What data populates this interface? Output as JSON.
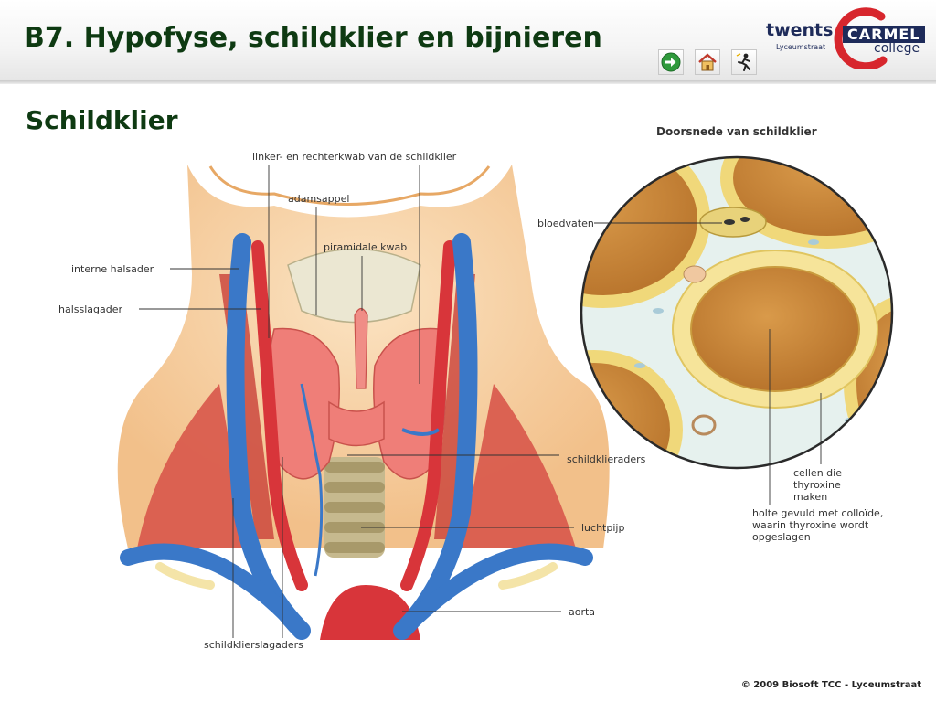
{
  "slide": {
    "title": "B7. Hypofyse, schildklier en bijnieren"
  },
  "logo": {
    "twents": "twents",
    "carmel": "CARMEL",
    "college": "college",
    "location": "Lyceumstraat"
  },
  "nav": [
    {
      "name": "next-button",
      "icon": "arrow-right-icon"
    },
    {
      "name": "home-button",
      "icon": "home-icon"
    },
    {
      "name": "exit-button",
      "icon": "running-man-icon"
    }
  ],
  "section": {
    "title": "Schildklier"
  },
  "illustration": {
    "labels": {
      "lobes": "linker- en rechterkwab van de schildklier",
      "adamsappel": "adamsappel",
      "piramidale": "piramidale kwab",
      "interne_halsader": "interne halsader",
      "halsslagader": "halsslagader",
      "schildklieraders": "schildklieraders",
      "luchtpijp": "luchtpijp",
      "aorta": "aorta",
      "schildklierslagaders": "schildklierslagaders"
    }
  },
  "crosssection": {
    "title": "Doorsnede van schildklier",
    "labels": {
      "bloedvaten": "bloedvaten",
      "cellen_1": "cellen die",
      "cellen_2": "thyroxine",
      "cellen_3": "maken",
      "holte_1": "holte gevuld met colloïde,",
      "holte_2": "waarin thyroxine wordt",
      "holte_3": "opgeslagen"
    }
  },
  "footer": {
    "copyright": "© 2009 Biosoft  TCC - Lyceumstraat"
  },
  "colors": {
    "title_green": "#0e3a12",
    "logo_navy": "#1e2b5a",
    "logo_red": "#d7262d",
    "vein_blue": "#3a78c8",
    "artery_red": "#d8353a"
  }
}
